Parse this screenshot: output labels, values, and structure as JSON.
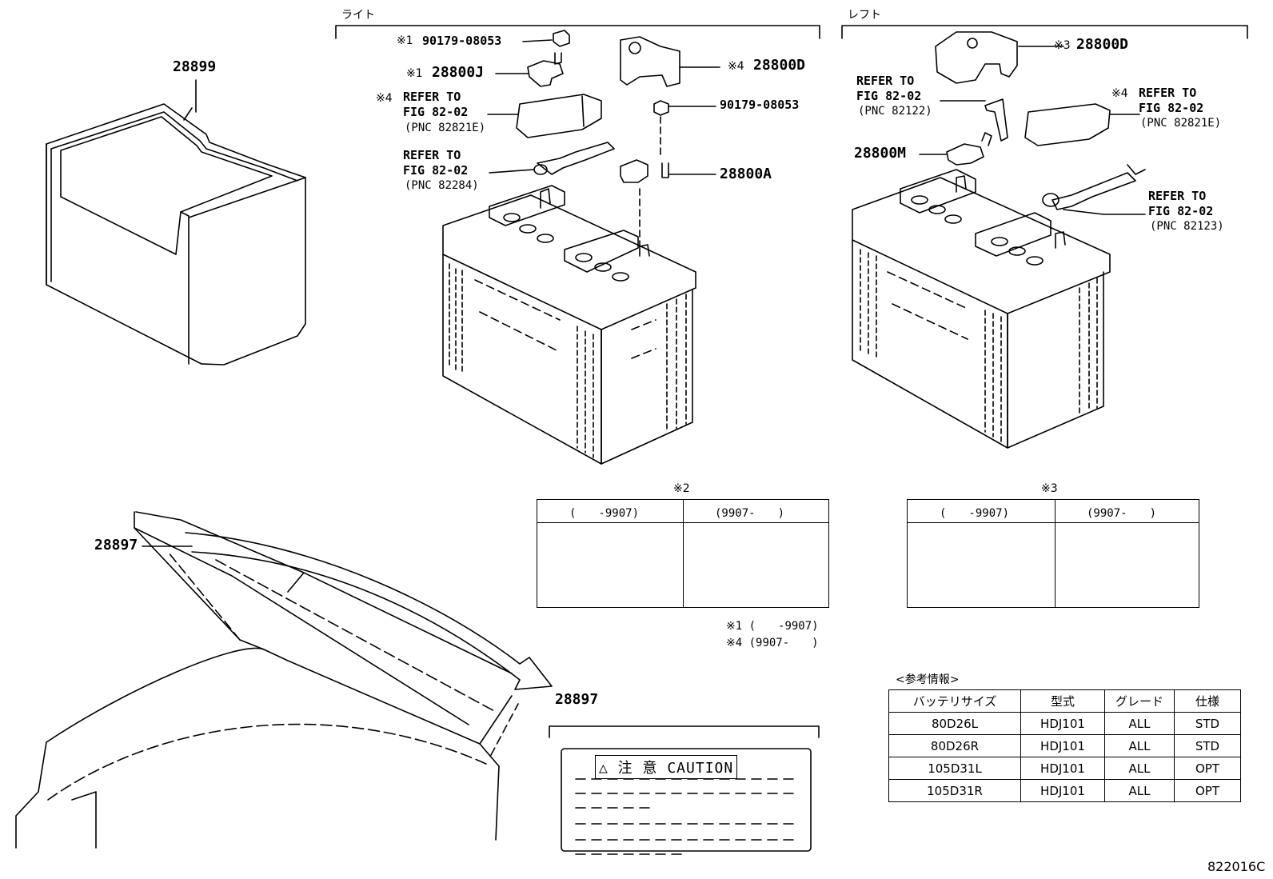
{
  "sections": {
    "right_label": "ライト",
    "left_label": "レフト"
  },
  "parts": {
    "tray": "28899",
    "hood_label_left": "28897",
    "hood_label_right": "28897",
    "bolt_right": "90179-08053",
    "bolt_right_mark": "※1",
    "clamp_right": "28800J",
    "clamp_right_mark": "※1",
    "cover_right": "28800D",
    "cover_right_mark": "※4",
    "nut_right": "90179-08053",
    "terminal_right": "28800A",
    "cover_left": "28800D",
    "cover_left_mark": "※3",
    "terminal_left": "28800M"
  },
  "refers": {
    "r1_mark": "※4",
    "r1_l1": "REFER TO",
    "r1_l2": "FIG 82-02",
    "r1_l3": "(PNC 82821E)",
    "r2_l1": "REFER TO",
    "r2_l2": "FIG 82-02",
    "r2_l3": "(PNC 82284)",
    "l1_l1": "REFER TO",
    "l1_l2": "FIG 82-02",
    "l1_l3": "(PNC 82122)",
    "l2_mark": "※4",
    "l2_l1": "REFER TO",
    "l2_l2": "FIG 82-02",
    "l2_l3": "(PNC 82821E)",
    "l3_l1": "REFER TO",
    "l3_l2": "FIG 82-02",
    "l3_l3": "(PNC 82123)"
  },
  "variants": {
    "box2_title": "※2",
    "box3_title": "※3",
    "col_before": "(　　-9907)",
    "col_after": "(9907-　　)"
  },
  "notes": {
    "n1": "※1 (　　-9907)",
    "n2": "※4 (9907-　　)"
  },
  "caution": {
    "text": "△ 注 意 CAUTION"
  },
  "ref_table": {
    "title": "<参考情報>",
    "headers": [
      "バッテリサイズ",
      "型式",
      "グレード",
      "仕様"
    ],
    "rows": [
      [
        "80D26L",
        "HDJ101",
        "ALL",
        "STD"
      ],
      [
        "80D26R",
        "HDJ101",
        "ALL",
        "STD"
      ],
      [
        "105D31L",
        "HDJ101",
        "ALL",
        "OPT"
      ],
      [
        "105D31R",
        "HDJ101",
        "ALL",
        "OPT"
      ]
    ]
  },
  "figure_id": "822016C"
}
